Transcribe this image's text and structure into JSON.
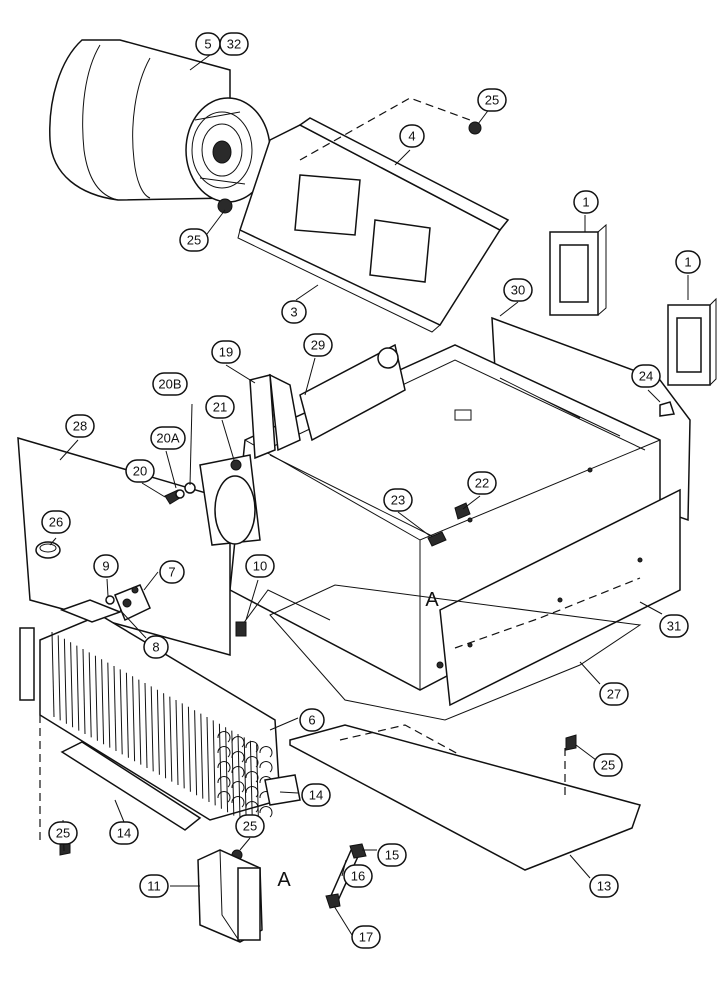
{
  "callouts": [
    {
      "id": "c5",
      "label": "5"
    },
    {
      "id": "c32",
      "label": "32"
    },
    {
      "id": "c25a",
      "label": "25"
    },
    {
      "id": "c4",
      "label": "4"
    },
    {
      "id": "c25b",
      "label": "25"
    },
    {
      "id": "c3",
      "label": "3"
    },
    {
      "id": "c1a",
      "label": "1"
    },
    {
      "id": "c1b",
      "label": "1"
    },
    {
      "id": "c30",
      "label": "30"
    },
    {
      "id": "c19",
      "label": "19"
    },
    {
      "id": "c29",
      "label": "29"
    },
    {
      "id": "c20B",
      "label": "20B"
    },
    {
      "id": "c24",
      "label": "24"
    },
    {
      "id": "c21",
      "label": "21"
    },
    {
      "id": "c28",
      "label": "28"
    },
    {
      "id": "c20A",
      "label": "20A"
    },
    {
      "id": "c20",
      "label": "20"
    },
    {
      "id": "c22",
      "label": "22"
    },
    {
      "id": "c23",
      "label": "23"
    },
    {
      "id": "c26",
      "label": "26"
    },
    {
      "id": "c9",
      "label": "9"
    },
    {
      "id": "c7",
      "label": "7"
    },
    {
      "id": "c10",
      "label": "10"
    },
    {
      "id": "c31",
      "label": "31"
    },
    {
      "id": "c8",
      "label": "8"
    },
    {
      "id": "c27",
      "label": "27"
    },
    {
      "id": "c6",
      "label": "6"
    },
    {
      "id": "c25c",
      "label": "25"
    },
    {
      "id": "c14a",
      "label": "14"
    },
    {
      "id": "c25d",
      "label": "25"
    },
    {
      "id": "c14b",
      "label": "14"
    },
    {
      "id": "c25e",
      "label": "25"
    },
    {
      "id": "c15",
      "label": "15"
    },
    {
      "id": "c16",
      "label": "16"
    },
    {
      "id": "c11",
      "label": "11"
    },
    {
      "id": "c13",
      "label": "13"
    },
    {
      "id": "c17",
      "label": "17"
    }
  ],
  "references": {
    "section_a_1": "A",
    "section_a_2": "A"
  }
}
